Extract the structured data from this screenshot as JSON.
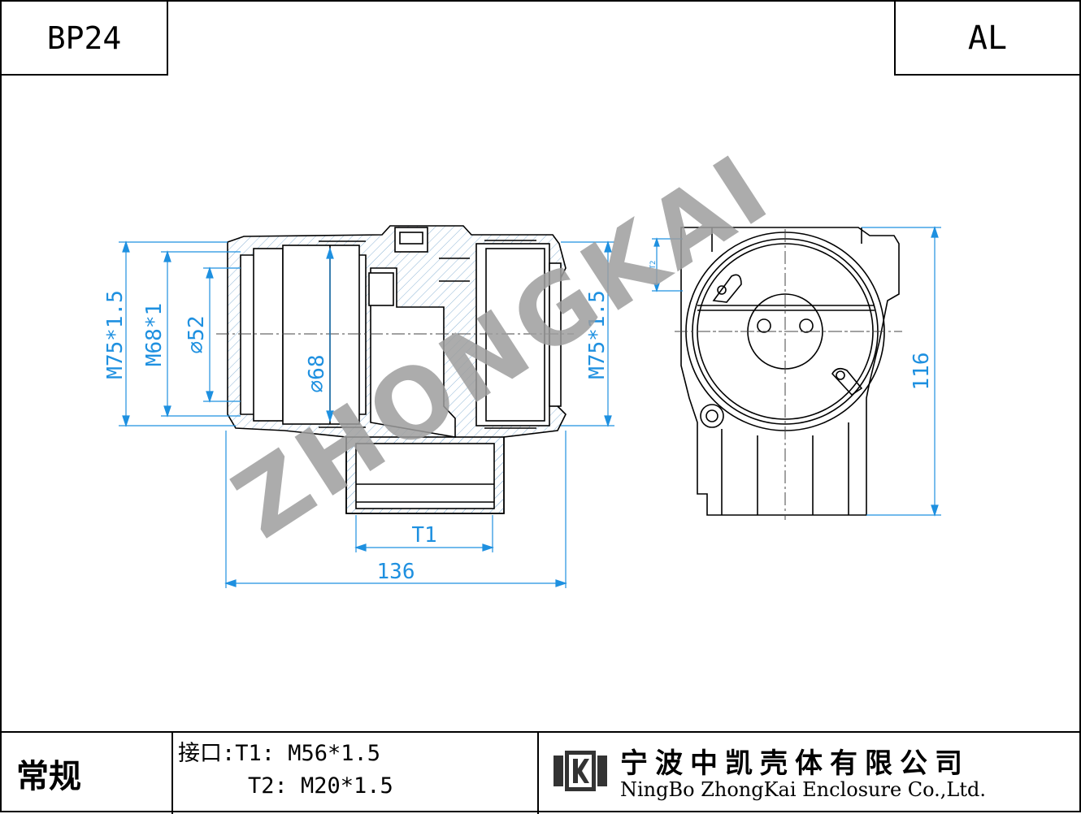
{
  "header": {
    "model": "BP24",
    "material": "AL"
  },
  "dimensions": {
    "m75_left": "M75*1.5",
    "m68": "M68*1",
    "d52": "⌀52",
    "d68": "⌀68",
    "m75_right": "M75*1.5",
    "t1": "T1",
    "width": "136",
    "height": "116",
    "t2": "T2"
  },
  "watermark": "ZHONGKAI",
  "footer": {
    "type": "常规",
    "ports_line1": "接口:T1: M56*1.5",
    "ports_line2": "T2: M20*1.5",
    "company_cn": "宁波中凯壳体有限公司",
    "company_en": "NingBo ZhongKai Enclosure Co.,Ltd."
  },
  "colors": {
    "dimension": "#1e90e0",
    "watermark": "#9e9e9e",
    "line": "#000000"
  },
  "icons": {
    "logo": "zk-logo-icon"
  }
}
